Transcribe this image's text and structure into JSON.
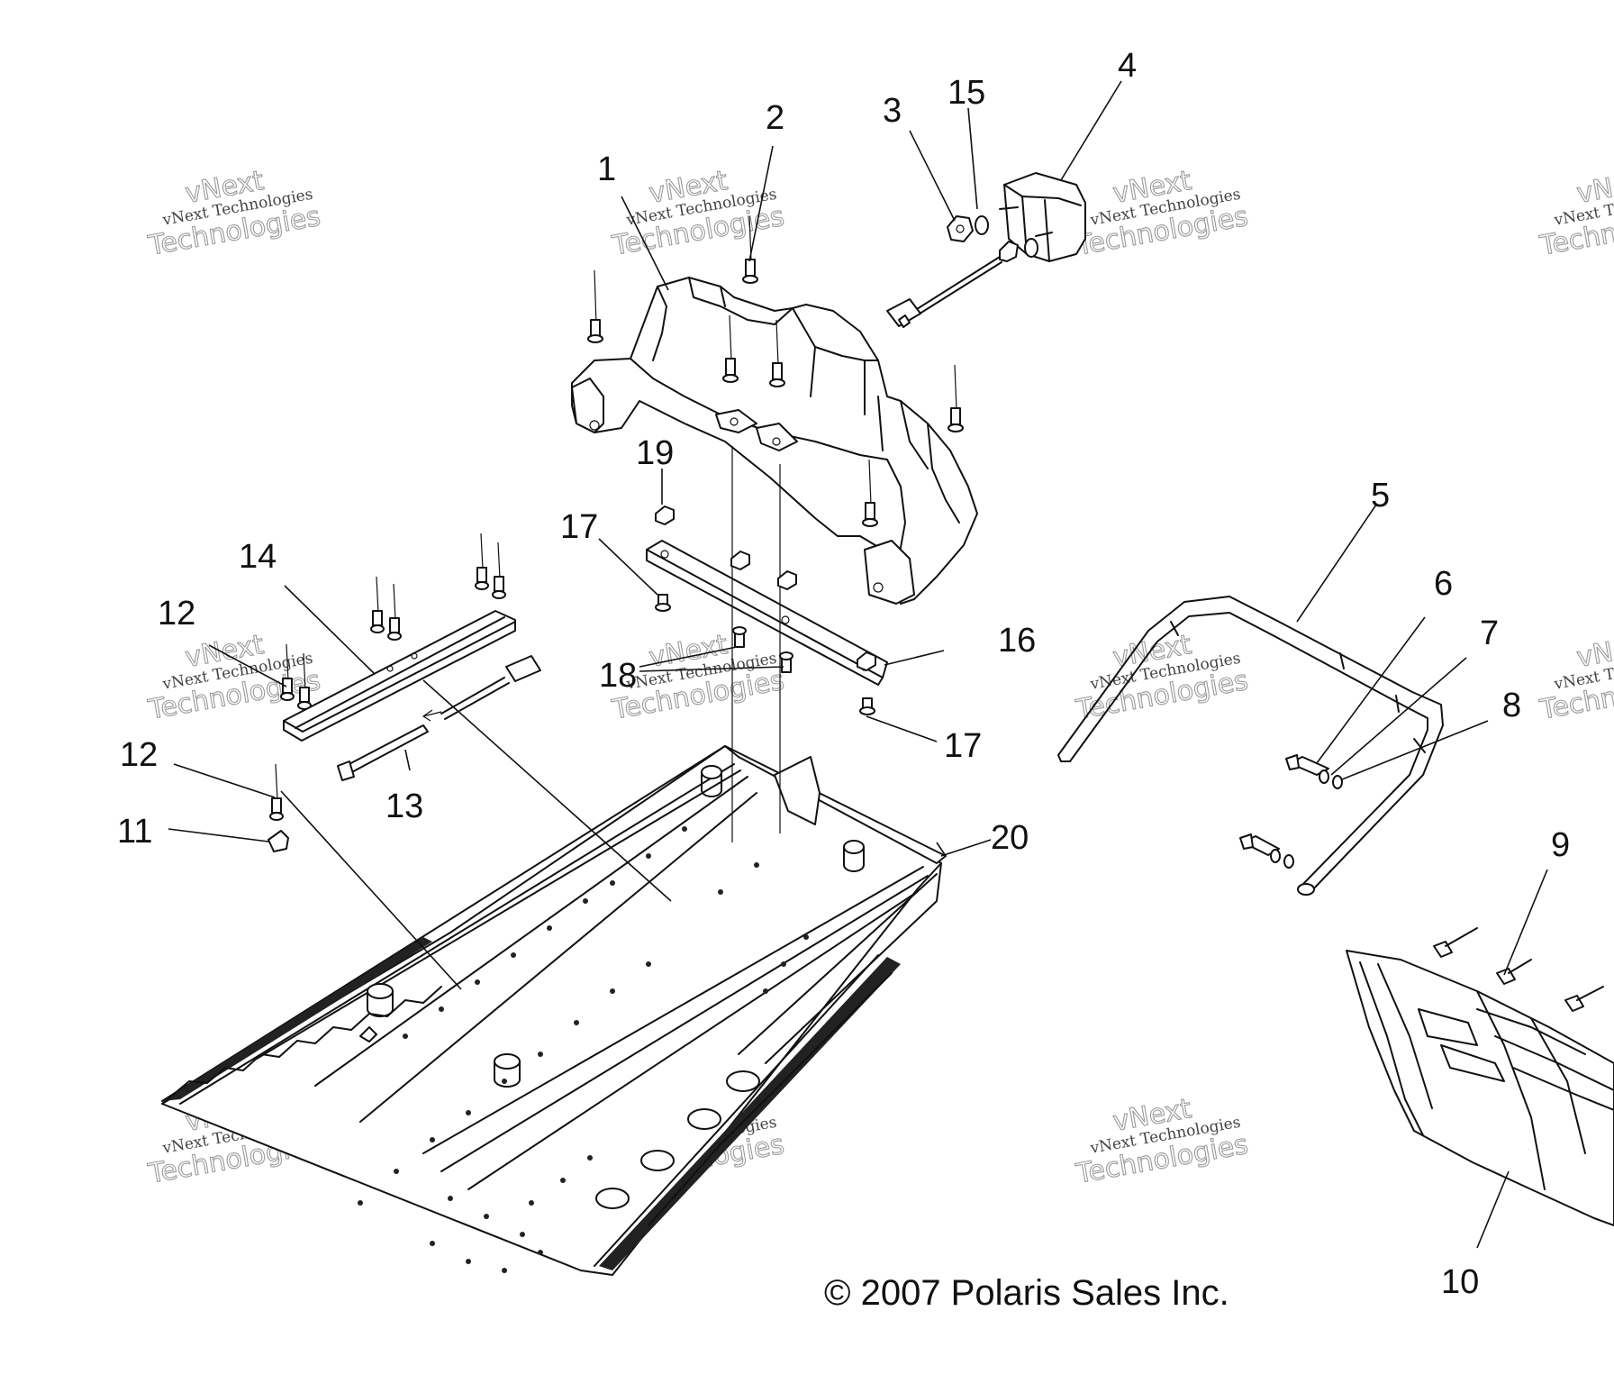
{
  "watermark": {
    "small": "vNext Technologies",
    "outline_1": "vNext",
    "outline_2": "Technologies"
  },
  "callouts": {
    "c1": "1",
    "c2": "2",
    "c3": "3",
    "c4": "4",
    "c5": "5",
    "c6": "6",
    "c7": "7",
    "c8": "8",
    "c9": "9",
    "c10": "10",
    "c11": "11",
    "c12a": "12",
    "c12b": "12",
    "c13": "13",
    "c14": "14",
    "c15": "15",
    "c16": "16",
    "c17a": "17",
    "c17b": "17",
    "c18": "18",
    "c19": "19",
    "c20": "20"
  },
  "copyright": "© 2007 Polaris Sales Inc."
}
